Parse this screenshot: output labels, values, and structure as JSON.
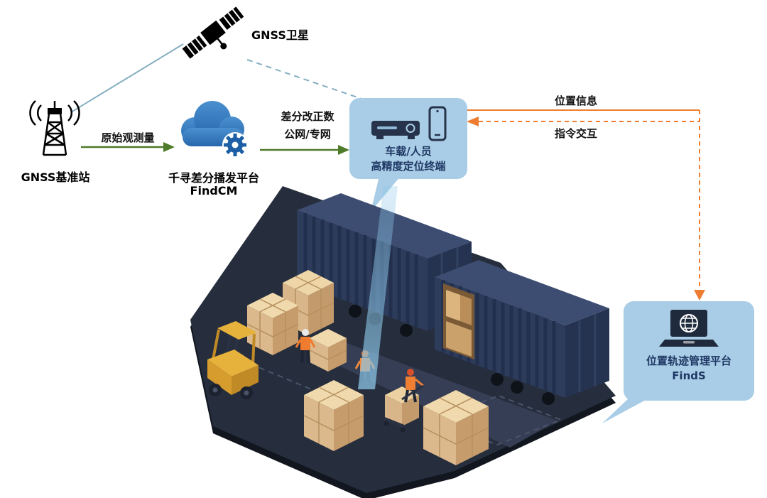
{
  "nodes": {
    "satellite": {
      "label": "GNSS卫星"
    },
    "base_station": {
      "label": "GNSS基准站"
    },
    "cloud_platform": {
      "name": "千寻差分播发平台",
      "product": "FindCM"
    },
    "terminal": {
      "line1": "车载/人员",
      "line2": "高精度定位终端"
    },
    "management_platform": {
      "name": "位置轨迹管理平台",
      "product": "FindS"
    }
  },
  "flows": {
    "raw_observation": {
      "label": "原始观测量"
    },
    "correction": {
      "line1": "差分改正数",
      "line2": "公网/专网"
    },
    "position_info": {
      "label": "位置信息"
    },
    "command_interaction": {
      "label": "指令交互"
    }
  },
  "colors": {
    "arrow_green": "#4E7B2A",
    "arrow_orange": "#ED7D31",
    "bubble_blue": "#A9CDE6",
    "text_navy": "#1F3864",
    "link_blue": "#85AFC2",
    "beam_blue": "#8CC6E8"
  }
}
